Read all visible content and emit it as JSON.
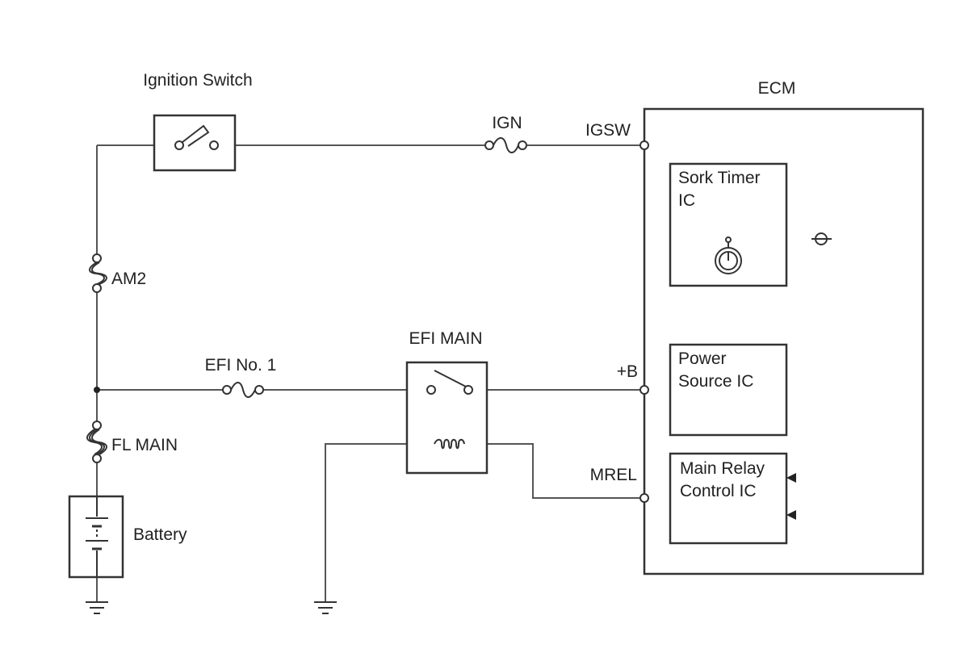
{
  "labels": {
    "ignition_switch": "Ignition Switch",
    "ecm": "ECM",
    "ign": "IGN",
    "igsw": "IGSW",
    "am2": "AM2",
    "efi_main": "EFI MAIN",
    "efi_no1": "EFI No. 1",
    "plus_b": "+B",
    "fl_main": "FL MAIN",
    "mrel": "MREL",
    "battery": "Battery"
  },
  "ics": {
    "soak_timer": [
      "Sork Timer",
      "IC"
    ],
    "power_source": [
      "Power",
      "Source IC"
    ],
    "main_relay": [
      "Main Relay",
      "Control IC"
    ]
  },
  "colors": {
    "wire": "#555555",
    "line": "#333333",
    "text": "#222222"
  }
}
